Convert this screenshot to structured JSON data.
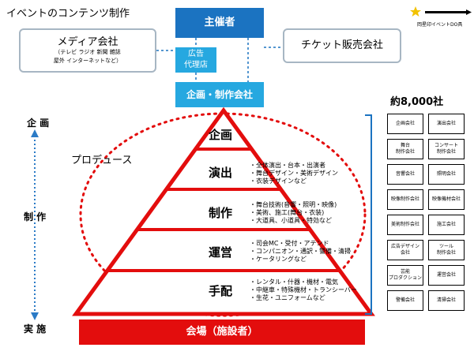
{
  "title": "イベントのコンテンツ制作",
  "logo_text": "岡星印イベントDO具",
  "media": {
    "name": "メディア会社",
    "sub1": "（テレビ ラジオ 新聞 雑誌",
    "sub2": "屋外 インターネットなど）"
  },
  "ticket": {
    "name": "チケット販売会社"
  },
  "organizer": "主催者",
  "agency": {
    "line1": "広告",
    "line2": "代理店"
  },
  "planning_company": "企画・制作会社",
  "left_axis": {
    "top": "企 画",
    "middle": "制 作",
    "bottom": "実 施"
  },
  "produce": "プロデュース",
  "pyramid": {
    "tiers": [
      {
        "label": "企画",
        "desc": []
      },
      {
        "label": "演出",
        "desc": [
          "・全体演出・台本・出演者",
          "・舞台デザイン・美術デザイン",
          "・衣装デザインなど"
        ]
      },
      {
        "label": "制作",
        "desc": [
          "・舞台技術(音響・照明・映像)",
          "・美術、施工(舞台・衣装)",
          "・大道具、小道具・特効など"
        ]
      },
      {
        "label": "運営",
        "desc": [
          "・司会MC・受付・アテンド",
          "・コンパニオン・通訳・警備・清掃",
          "・ケータリングなど"
        ]
      },
      {
        "label": "手配",
        "desc": [
          "・レンタル・什器・機材・電気",
          "・中継車・特殊機材・トランシーバー",
          "・生花・ユニフォームなど"
        ]
      }
    ]
  },
  "venue": "会場（施設者）",
  "companies": {
    "count": "約8,000社",
    "items": [
      [
        "企画会社",
        "演出会社"
      ],
      [
        "舞台|制作会社",
        "コンサート|制作会社"
      ],
      [
        "音響会社",
        "照明会社"
      ],
      [
        "映像制作会社",
        "映像機材会社"
      ],
      [
        "美術制作会社",
        "施工会社"
      ],
      [
        "広告デザイン|会社",
        "ツール|制作会社"
      ],
      [
        "芸能|プロダクション",
        "運営会社"
      ],
      [
        "警備会社",
        "清掃会社"
      ]
    ]
  },
  "colors": {
    "organizer": "#1b73c1",
    "planning": "#26a8e0",
    "red": "#e30d0d",
    "border_gray": "#a7b6c3"
  }
}
